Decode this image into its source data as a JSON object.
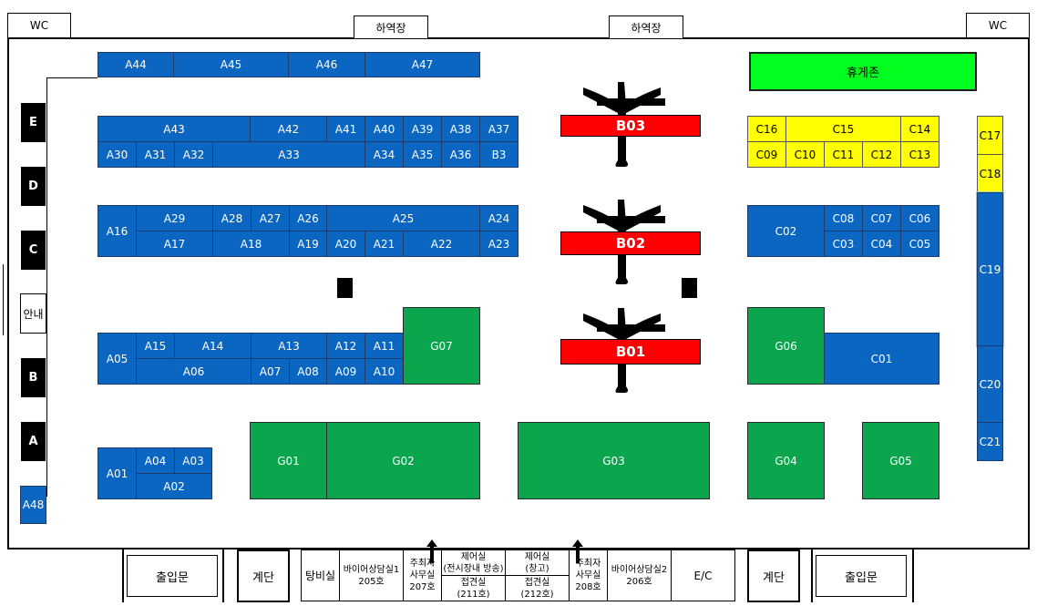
{
  "top": {
    "wc_left": "WC",
    "wc_right": "WC",
    "dock1": "하역장",
    "dock2": "하역장"
  },
  "rest": "휴게존",
  "side": {
    "e": "E",
    "d": "D",
    "c": "C",
    "info": "안내",
    "b": "B",
    "a": "A",
    "a48": "A48"
  },
  "airplanes": {
    "b03": "B03",
    "b02": "B02",
    "b01": "B01"
  },
  "booths": {
    "A44": "A44",
    "A45": "A45",
    "A46": "A46",
    "A47": "A47",
    "A43": "A43",
    "A42": "A42",
    "A41": "A41",
    "A40": "A40",
    "A39": "A39",
    "A38": "A38",
    "A37": "A37",
    "A30": "A30",
    "A31": "A31",
    "A32": "A32",
    "A33": "A33",
    "A34": "A34",
    "A35": "A35",
    "A36": "A36",
    "B3": "B3",
    "A16": "A16",
    "A29": "A29",
    "A28": "A28",
    "A27": "A27",
    "A26": "A26",
    "A25": "A25",
    "A24": "A24",
    "A17": "A17",
    "A18": "A18",
    "A19": "A19",
    "A20": "A20",
    "A21": "A21",
    "A22": "A22",
    "A23": "A23",
    "A05": "A05",
    "A15": "A15",
    "A14": "A14",
    "A13": "A13",
    "A12": "A12",
    "A11": "A11",
    "A06": "A06",
    "A07": "A07",
    "A08": "A08",
    "A09": "A09",
    "A10": "A10",
    "A01": "A01",
    "A04": "A04",
    "A03": "A03",
    "A02": "A02",
    "C16": "C16",
    "C15": "C15",
    "C14": "C14",
    "C09": "C09",
    "C10": "C10",
    "C11": "C11",
    "C12": "C12",
    "C13": "C13",
    "C17": "C17",
    "C18": "C18",
    "C19": "C19",
    "C20": "C20",
    "C21": "C21",
    "C02": "C02",
    "C08": "C08",
    "C07": "C07",
    "C06": "C06",
    "C03": "C03",
    "C04": "C04",
    "C05": "C05",
    "C01": "C01",
    "G01": "G01",
    "G02": "G02",
    "G03": "G03",
    "G04": "G04",
    "G05": "G05",
    "G06": "G06",
    "G07": "G07"
  },
  "bottom": {
    "entrance_left": "출입문",
    "stairs_left": "계단",
    "lounge": "탕비실",
    "bio1": "바이어상담실1",
    "bio1_no": "205호",
    "host1": "주최자",
    "host1b": "사무실",
    "host1_no": "207호",
    "control1": "제어실",
    "control1_sub": "(전시장내 방송)",
    "control2": "제어실",
    "control2_sub": "(창고)",
    "recep1": "접견실",
    "recep1_no": "(211호)",
    "recep2": "접견실",
    "recep2_no": "(212호)",
    "host2": "주최자",
    "host2b": "사무실",
    "host2_no": "208호",
    "bio2": "바이어상담실2",
    "bio2_no": "206호",
    "ec": "E/C",
    "stairs_right": "계단",
    "entrance_right": "출입문"
  }
}
